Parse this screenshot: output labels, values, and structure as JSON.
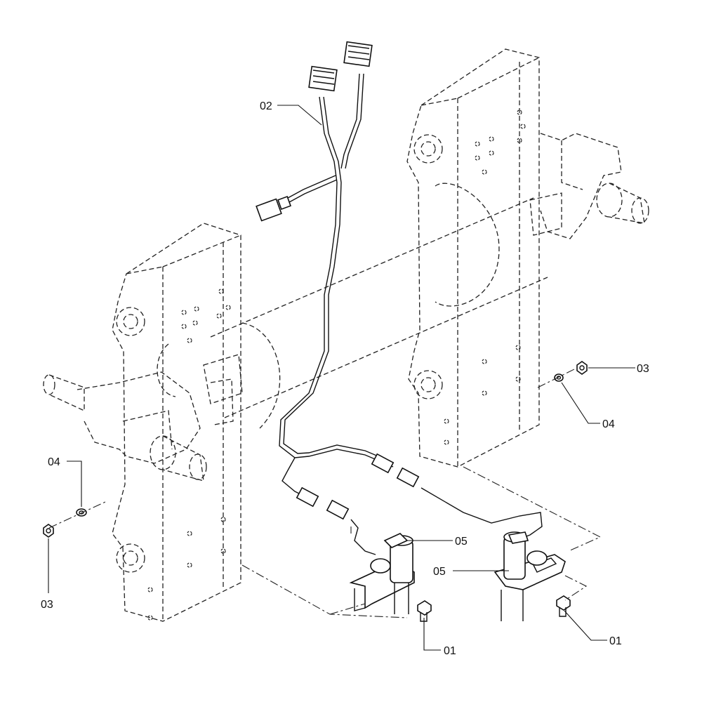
{
  "labels": {
    "part_01_a": "01",
    "part_01_b": "01",
    "part_02": "02",
    "part_03_a": "03",
    "part_03_b": "03",
    "part_04_a": "04",
    "part_04_b": "04",
    "part_05_a": "05",
    "part_05_b": "05"
  }
}
